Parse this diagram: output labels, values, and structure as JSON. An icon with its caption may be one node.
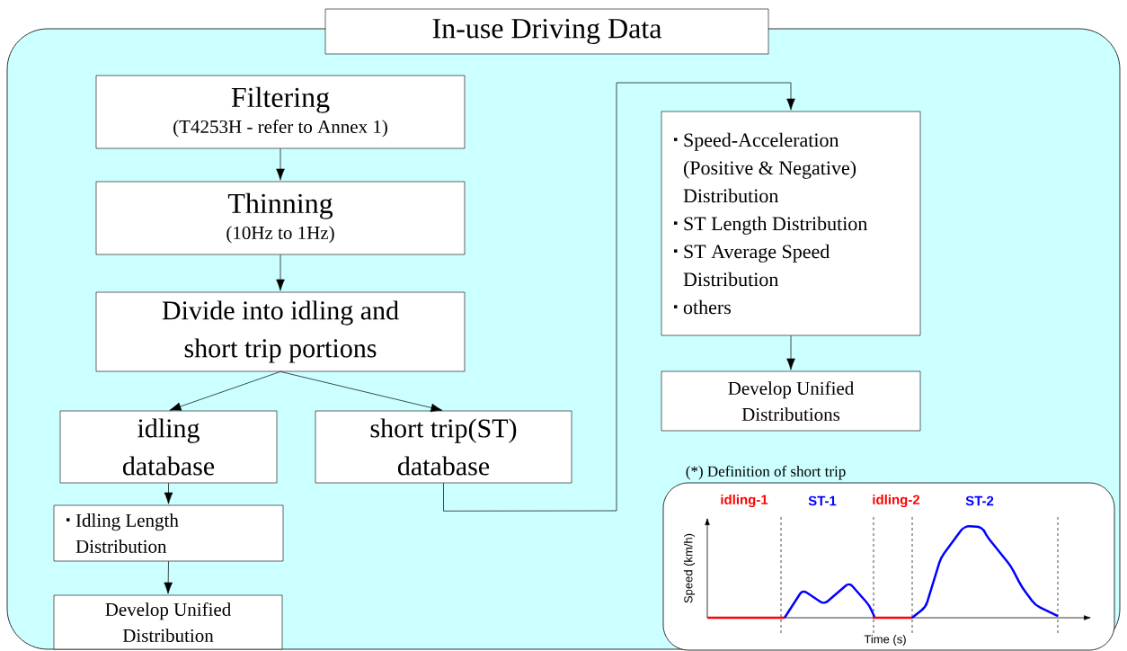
{
  "diagram": {
    "nodes": [
      {
        "text": [
          "In-use Driving Data"
        ]
      },
      {
        "text": [
          "Filtering",
          "(T4253H  -  refer to Annex 1)"
        ]
      },
      {
        "text": [
          "Thinning",
          "(10Hz to 1Hz)"
        ]
      },
      {
        "text": [
          "Divide into idling and short trip portions"
        ]
      },
      {
        "text": [
          "idling database"
        ]
      },
      {
        "text": [
          "short trip(ST) database"
        ]
      },
      {
        "text": [
          "Idling Length Distribution"
        ]
      },
      {
        "text": [
          "Develop Unified Distribution"
        ]
      },
      {
        "text": [
          "Speed-Acceleration (Positive & Negative) Distribution",
          "ST Length Distribution",
          "ST Average Speed Distribution",
          "others"
        ]
      },
      {
        "text": [
          "Develop Unified Distributions"
        ]
      },
      {
        "text": [
          "(*) Definition of short trip"
        ]
      }
    ],
    "edges": [
      {
        "from": 1,
        "to": 2,
        "arrow": "to"
      },
      {
        "from": 2,
        "to": 3,
        "arrow": "to"
      },
      {
        "from": 3,
        "to": 4,
        "arrow": "to"
      },
      {
        "from": 3,
        "to": 5,
        "arrow": "to"
      },
      {
        "from": 4,
        "to": 6,
        "arrow": "to"
      },
      {
        "from": 6,
        "to": 7,
        "arrow": "to"
      },
      {
        "from": 5,
        "to": 8,
        "arrow": "to"
      },
      {
        "from": 8,
        "to": 9,
        "arrow": "to"
      }
    ],
    "labels": [
      "idling-1",
      "ST-1",
      "idling-2",
      "ST-2",
      "Speed (km/h)",
      "Time (s)"
    ]
  }
}
